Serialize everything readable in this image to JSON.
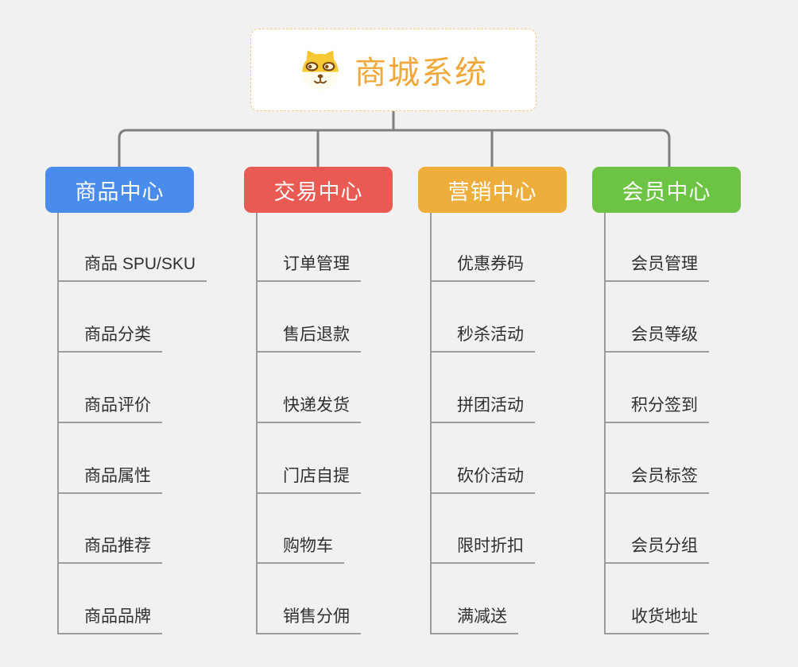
{
  "page": {
    "background": "#f1f1f1"
  },
  "root": {
    "title": "商城系统",
    "icon": "shiba-dog-icon",
    "text_color": "#f0a83b",
    "border_color": "#f4c97e",
    "background": "#ffffff"
  },
  "connectors": {
    "tree_color": "#7f7f7f",
    "subline_color": "#9c9c9c"
  },
  "branches": [
    {
      "label": "商品中心",
      "color": "#4a8cec",
      "children": [
        "商品 SPU/SKU",
        "商品分类",
        "商品评价",
        "商品属性",
        "商品推荐",
        "商品品牌"
      ]
    },
    {
      "label": "交易中心",
      "color": "#e95b52",
      "children": [
        "订单管理",
        "售后退款",
        "快递发货",
        "门店自提",
        "购物车",
        "销售分佣"
      ]
    },
    {
      "label": "营销中心",
      "color": "#eeae3c",
      "children": [
        "优惠券码",
        "秒杀活动",
        "拼团活动",
        "砍价活动",
        "限时折扣",
        "满减送"
      ]
    },
    {
      "label": "会员中心",
      "color": "#6cc344",
      "children": [
        "会员管理",
        "会员等级",
        "积分签到",
        "会员标签",
        "会员分组",
        "收货地址"
      ]
    }
  ]
}
